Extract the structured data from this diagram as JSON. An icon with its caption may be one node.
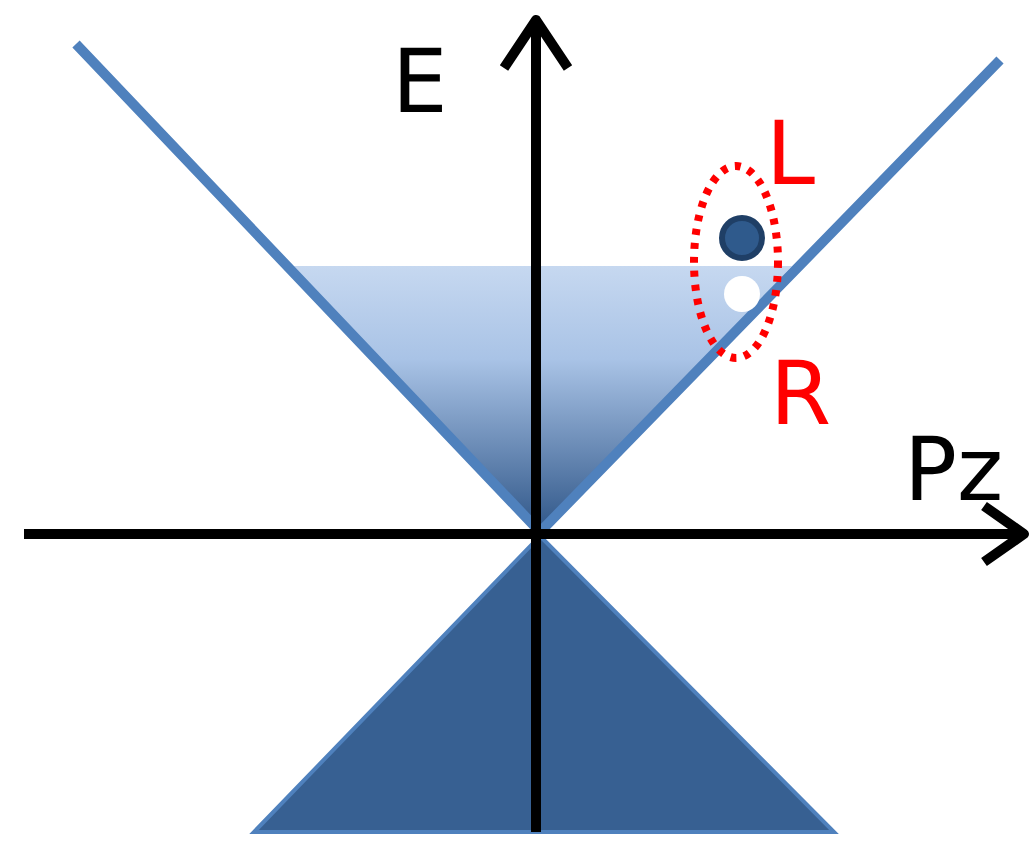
{
  "diagram": {
    "labels": [
      "E",
      "L",
      "R",
      "Pz"
    ]
  }
}
